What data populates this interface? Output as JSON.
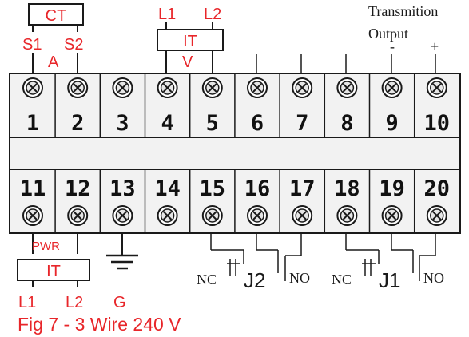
{
  "colors": {
    "annotation": "#e8262a",
    "line": "#1a1a1a",
    "strip": "#f2f2f2"
  },
  "top_labels": {
    "ct": "CT",
    "s1": "S1",
    "s2": "S2",
    "a": "A",
    "l1": "L1",
    "l2": "L2",
    "it": "IT",
    "v": "V",
    "transmission": "Transmition",
    "output": "Output",
    "minus": "-",
    "plus": "+"
  },
  "top_terminals": [
    "1",
    "2",
    "3",
    "4",
    "5",
    "6",
    "7",
    "8",
    "9",
    "10"
  ],
  "bottom_terminals": [
    "11",
    "12",
    "13",
    "14",
    "15",
    "16",
    "17",
    "18",
    "19",
    "20"
  ],
  "bottom_labels": {
    "pwr": "PWR",
    "it": "IT",
    "l1": "L1",
    "l2": "L2",
    "g": "G",
    "nc1": "NC",
    "j2": "J2",
    "no1": "NO",
    "nc2": "NC",
    "j1": "J1",
    "no2": "NO"
  },
  "caption": "Fig 7 - 3 Wire 240 V"
}
